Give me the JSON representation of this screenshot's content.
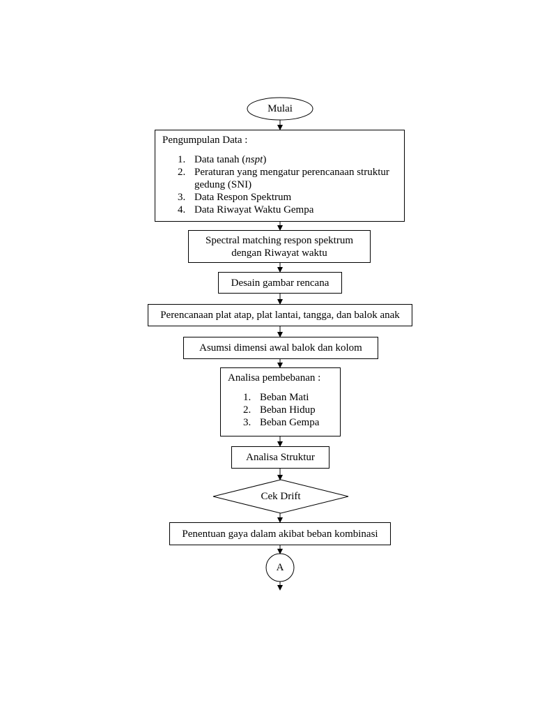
{
  "flowchart": {
    "start": "Mulai",
    "data_collection": {
      "title": "Pengumpulan Data :",
      "items": [
        {
          "num": "1.",
          "text": "Data tanah (",
          "em": "nspt",
          "tail": ")"
        },
        {
          "num": "2.",
          "text": "Peraturan yang mengatur perencanaan struktur gedung (SNI)"
        },
        {
          "num": "3.",
          "text": "Data Respon Spektrum"
        },
        {
          "num": "4.",
          "text": "Data Riwayat Waktu Gempa"
        }
      ]
    },
    "spectral_matching": "Spectral matching respon spektrum dengan Riwayat waktu",
    "design_drawing": "Desain gambar rencana",
    "plate_design": "Perencanaan plat atap, plat lantai, tangga, dan balok anak",
    "dimension_assumption": "Asumsi dimensi awal balok dan kolom",
    "load_analysis": {
      "title": "Analisa pembebanan :",
      "items": [
        {
          "num": "1.",
          "text": "Beban Mati"
        },
        {
          "num": "2.",
          "text": "Beban Hidup"
        },
        {
          "num": "3.",
          "text": "Beban Gempa"
        }
      ]
    },
    "structure_analysis": "Analisa Struktur",
    "drift_check": "Cek Drift",
    "force_determination": "Penentuan gaya dalam akibat beban kombinasi",
    "connector": "A"
  }
}
